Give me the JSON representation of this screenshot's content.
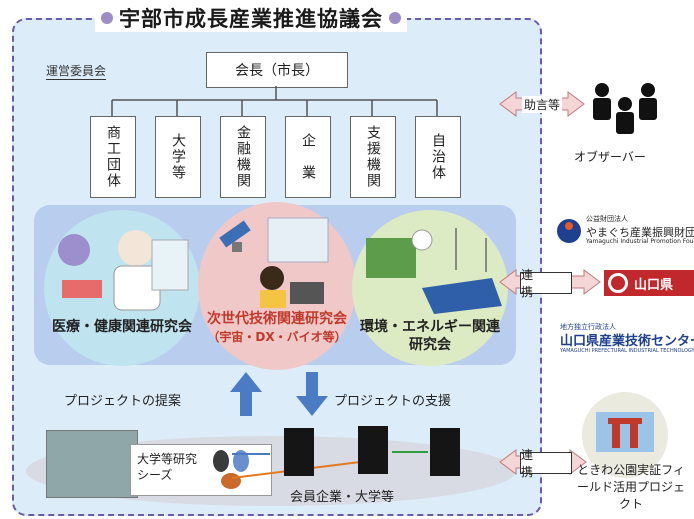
{
  "title": "宇部市成長産業推進協議会",
  "committee_label": "運営委員会",
  "chair": "会長（市長）",
  "members": [
    "商工団体",
    "大学等",
    "金融機関",
    "企　業",
    "支援機関",
    "自治体"
  ],
  "groups": {
    "medical": "医療・健康関連研究会",
    "nextgen_title": "次世代技術関連研究会",
    "nextgen_sub": "（宇宙・DX・バイオ等）",
    "environment": "環境・エネルギー関連研究会"
  },
  "flows": {
    "proposal": "プロジェクトの提案",
    "support": "プロジェクトの支援"
  },
  "bottom": {
    "seeds": "大学等研究シーズ",
    "members_label": "会員企業・大学等"
  },
  "observer": {
    "advice": "助言等",
    "label": "オブザーバー"
  },
  "partners": {
    "link": "連　携",
    "org1_small": "公益財団法人",
    "org1": "やまぐち産業振興財団",
    "org1_en": "Yamaguchi Industrial Promotion Foundation",
    "org2": "山口県",
    "org3_small": "地方独立行政法人",
    "org3": "山口県産業技術センター",
    "org3_en": "YAMAGUCHI PREFECTURAL INDUSTRIAL TECHNOLOGY INSTITUTE"
  },
  "field": {
    "link": "連　携",
    "label": "ときわ公園実証フィールド活用プロジェクト"
  },
  "colors": {
    "council_bg": "#dcecf9",
    "border": "#6a5aa8",
    "band": "#b9cdee",
    "arrow": "#4a7bc4"
  }
}
